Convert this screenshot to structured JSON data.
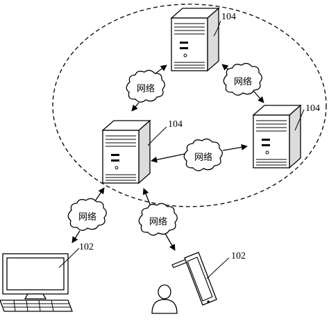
{
  "nodes": {
    "server_top": {
      "ref": "104"
    },
    "server_left": {
      "ref": "104"
    },
    "server_right": {
      "ref": "104"
    },
    "terminal_pc": {
      "ref": "102"
    },
    "terminal_tablet": {
      "ref": "102"
    }
  },
  "network_clouds": [
    {
      "label": "网络"
    },
    {
      "label": "网络"
    },
    {
      "label": "网络"
    },
    {
      "label": "网络"
    },
    {
      "label": "网络"
    }
  ]
}
